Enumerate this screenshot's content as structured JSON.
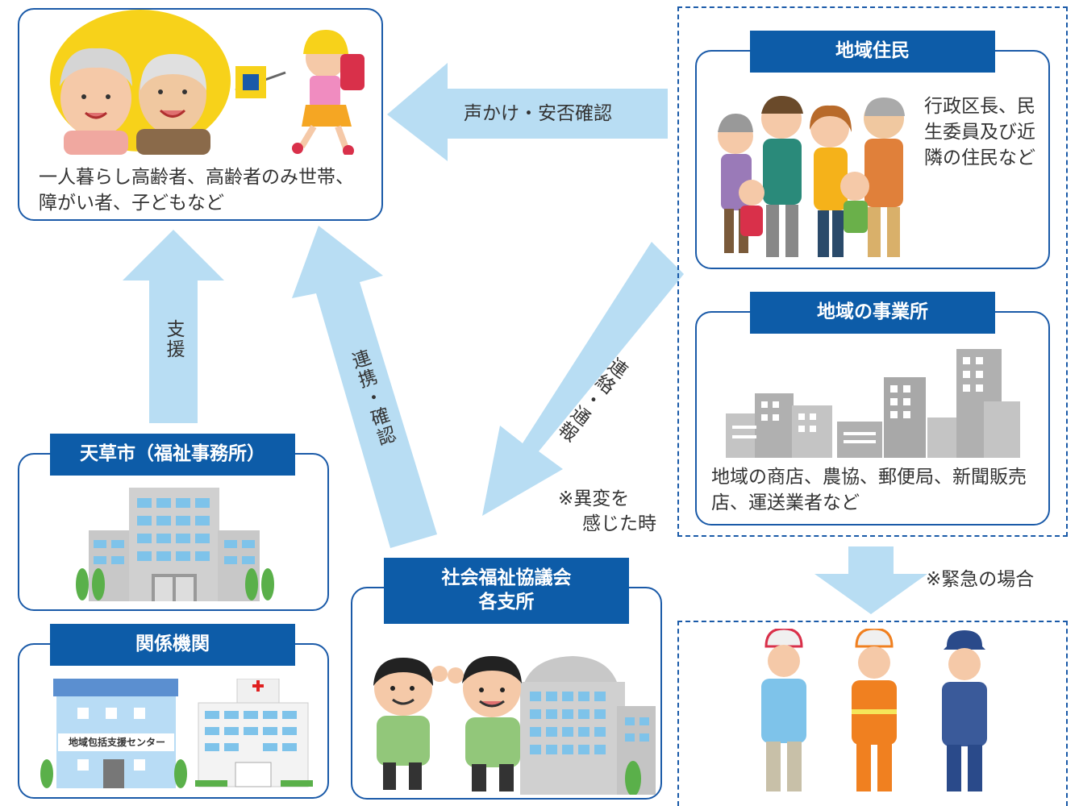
{
  "top_left": {
    "caption": "一人暮らし高齢者、高齢者のみ世帯、障がい者、子どもなど"
  },
  "residents": {
    "header": "地域住民",
    "desc": "行政区長、民生委員及び近隣の住民など"
  },
  "businesses": {
    "header": "地域の事業所",
    "desc": "地域の商店、農協、郵便局、新聞販売店、運送業者など"
  },
  "city": {
    "header": "天草市（福祉事務所）"
  },
  "agencies": {
    "header": "関係機関",
    "sign": "地域包括支援センター"
  },
  "council": {
    "header_line1": "社会福祉協議会",
    "header_line2": "各支所"
  },
  "arrows": {
    "greeting": "声かけ・安否確認",
    "support": "支援",
    "cooperate": "連携・確認",
    "contact": "連絡・通報"
  },
  "notes": {
    "anomaly_line1": "※異変を",
    "anomaly_line2": "感じた時",
    "emergency": "※緊急の場合"
  },
  "colors": {
    "navy": "#0d5ca8",
    "arrow": "#b8ddf3",
    "border": "#1a5aa8"
  }
}
